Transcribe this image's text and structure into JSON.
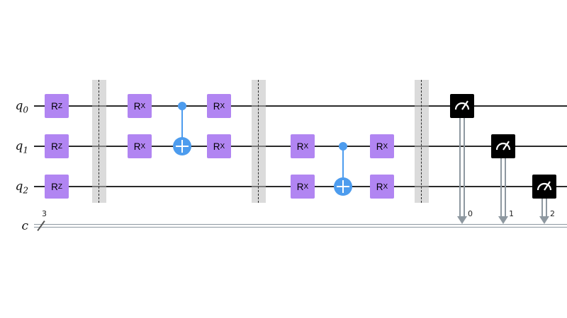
{
  "figure": {
    "background": "#ffffff"
  },
  "colors": {
    "rotation_gate": "#b185f2",
    "cnot": "#4d9cee",
    "measure": "#000000",
    "barrier": "#bebebe",
    "qubit_wire": "#2a2a2a",
    "classical_wire": "#8e98a0",
    "gate_text": "#000000"
  },
  "registers": {
    "qubits": [
      {
        "name": "q",
        "index": "0"
      },
      {
        "name": "q",
        "index": "1"
      },
      {
        "name": "q",
        "index": "2"
      }
    ],
    "classical": {
      "name": "c",
      "size": "3"
    }
  },
  "ops": [
    {
      "type": "gate",
      "label": "R",
      "sub": "Z",
      "qubit": 0,
      "col": 0
    },
    {
      "type": "gate",
      "label": "R",
      "sub": "Z",
      "qubit": 1,
      "col": 0
    },
    {
      "type": "gate",
      "label": "R",
      "sub": "Z",
      "qubit": 2,
      "col": 0
    },
    {
      "type": "barrier",
      "col": 1
    },
    {
      "type": "gate",
      "label": "R",
      "sub": "X",
      "qubit": 0,
      "col": 2
    },
    {
      "type": "gate",
      "label": "R",
      "sub": "X",
      "qubit": 1,
      "col": 2
    },
    {
      "type": "cx",
      "control": 0,
      "target": 1,
      "col": 3
    },
    {
      "type": "gate",
      "label": "R",
      "sub": "X",
      "qubit": 0,
      "col": 4
    },
    {
      "type": "gate",
      "label": "R",
      "sub": "X",
      "qubit": 1,
      "col": 4
    },
    {
      "type": "barrier",
      "col": 5
    },
    {
      "type": "gate",
      "label": "R",
      "sub": "X",
      "qubit": 1,
      "col": 6
    },
    {
      "type": "gate",
      "label": "R",
      "sub": "X",
      "qubit": 2,
      "col": 6
    },
    {
      "type": "cx",
      "control": 1,
      "target": 2,
      "col": 7
    },
    {
      "type": "gate",
      "label": "R",
      "sub": "X",
      "qubit": 1,
      "col": 8
    },
    {
      "type": "gate",
      "label": "R",
      "sub": "X",
      "qubit": 2,
      "col": 8
    },
    {
      "type": "barrier",
      "col": 9
    },
    {
      "type": "measure",
      "qubit": 0,
      "clbit": "0",
      "col": 10
    },
    {
      "type": "measure",
      "qubit": 1,
      "clbit": "1",
      "col": 11
    },
    {
      "type": "measure",
      "qubit": 2,
      "clbit": "2",
      "col": 12
    }
  ]
}
